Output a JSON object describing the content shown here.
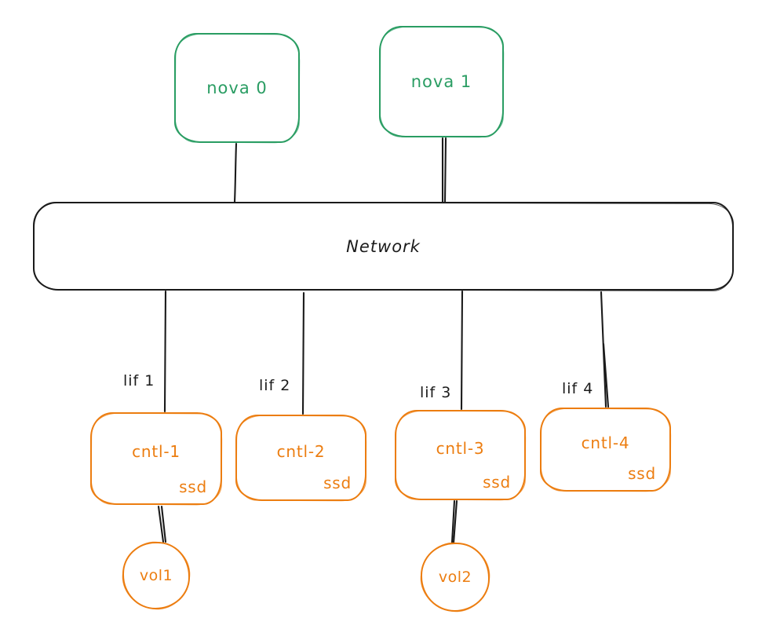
{
  "colors": {
    "green": "#2a9d63",
    "orange": "#ec7d10",
    "ink": "#1b1b1b"
  },
  "nodes": {
    "nova": [
      {
        "label": "nova 0"
      },
      {
        "label": "nova 1"
      }
    ],
    "network": {
      "label": "Network"
    },
    "lifs": [
      {
        "label": "lif 1"
      },
      {
        "label": "lif 2"
      },
      {
        "label": "lif 3"
      },
      {
        "label": "lif 4"
      }
    ],
    "controllers": [
      {
        "label": "cntl-1",
        "storage": "ssd"
      },
      {
        "label": "cntl-2",
        "storage": "ssd"
      },
      {
        "label": "cntl-3",
        "storage": "ssd"
      },
      {
        "label": "cntl-4",
        "storage": "ssd"
      }
    ],
    "volumes": [
      {
        "label": "vol1"
      },
      {
        "label": "vol2"
      }
    ]
  },
  "edges": [
    {
      "from": "nova 0",
      "to": "Network"
    },
    {
      "from": "nova 1",
      "to": "Network"
    },
    {
      "from": "Network",
      "to": "cntl-1",
      "via": "lif 1"
    },
    {
      "from": "Network",
      "to": "cntl-2",
      "via": "lif 2"
    },
    {
      "from": "Network",
      "to": "cntl-3",
      "via": "lif 3"
    },
    {
      "from": "Network",
      "to": "cntl-4",
      "via": "lif 4"
    },
    {
      "from": "cntl-1",
      "to": "vol1"
    },
    {
      "from": "cntl-3",
      "to": "vol2"
    }
  ]
}
